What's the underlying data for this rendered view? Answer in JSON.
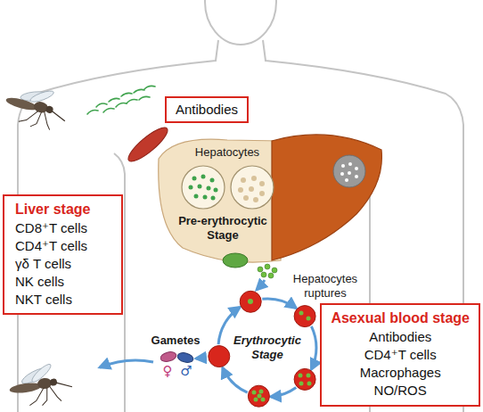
{
  "diagram": {
    "nodes": [
      {
        "text": [
          "Antibodies"
        ]
      },
      {
        "text": [
          "Liver stage",
          "CD8⁺T cells",
          "CD4⁺T cells",
          "γδ T cells",
          "NK cells",
          "NKT cells"
        ]
      },
      {
        "text": [
          "Asexual blood stage",
          "Antibodies",
          "CD4⁺T cells",
          "Macrophages",
          "NO/ROS"
        ]
      }
    ],
    "labels": [
      "Hepatocytes",
      "Pre-erythrocytic Stage",
      "Hepatocytes ruptures",
      "Erythrocytic Stage",
      "Gametes",
      "♀",
      "♂"
    ]
  }
}
